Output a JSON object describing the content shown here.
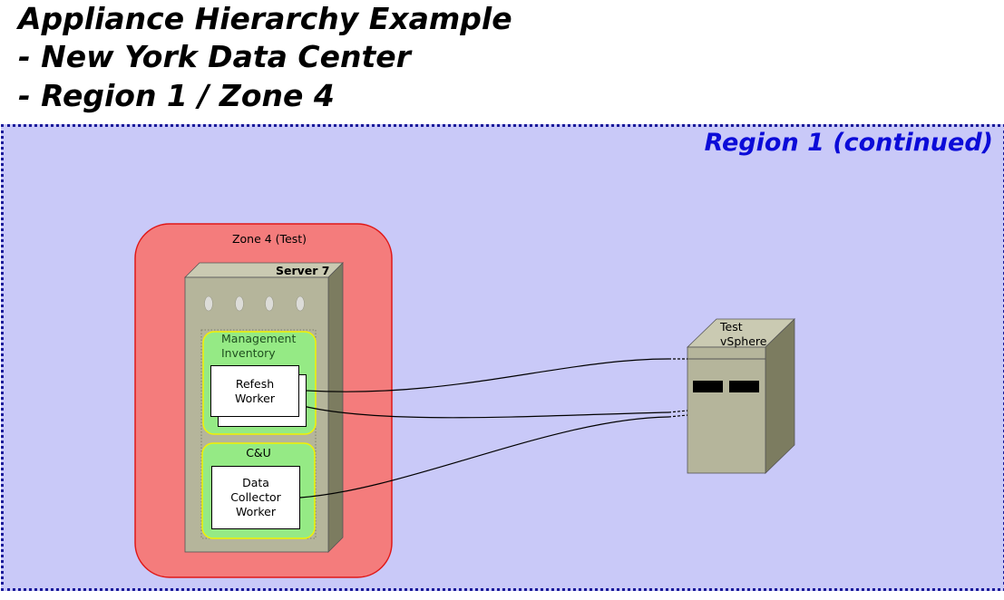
{
  "title": {
    "line1": "Appliance Hierarchy Example",
    "line2": "- New York Data Center",
    "line3": "- Region 1 / Zone 4"
  },
  "region": {
    "label": "Region 1 (continued)"
  },
  "zone": {
    "label": "Zone 4 (Test)"
  },
  "server": {
    "label": "Server 7"
  },
  "roles": {
    "management_inventory": {
      "label_line1": "Management",
      "label_line2": "Inventory"
    },
    "cu": {
      "label": "C&U"
    }
  },
  "workers": {
    "refresh": {
      "line1": "Refesh",
      "line2": "Worker"
    },
    "data_collector": {
      "line1": "Data",
      "line2": "Collector",
      "line3": "Worker"
    }
  },
  "provider": {
    "line1": "Test",
    "line2": "vSphere"
  },
  "colors": {
    "region_fill": "#c9c9f8",
    "region_border": "#1a1a9a",
    "region_label": "#0b0bd8",
    "zone_fill": "#f47c7c",
    "zone_border": "#e01818",
    "server_fill": "#b5b59b",
    "role_fill": "#95ea85",
    "role_border": "#f2f200"
  }
}
